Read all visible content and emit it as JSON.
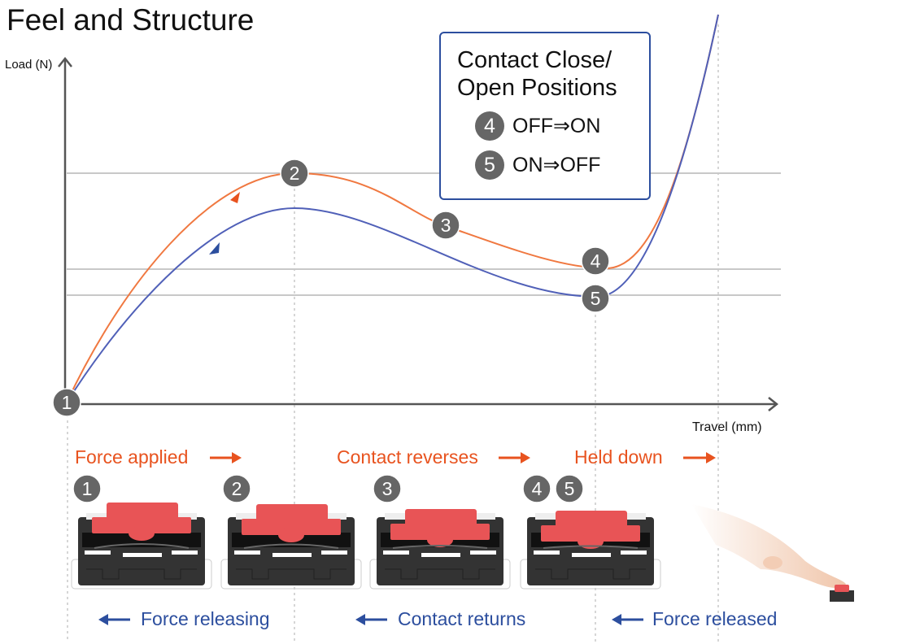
{
  "title": "Feel and Structure",
  "axes": {
    "y_label": "Load (N)",
    "x_label": "Travel (mm)"
  },
  "legend": {
    "title_line1": "Contact Close/",
    "title_line2": "Open Positions",
    "items": [
      {
        "badge": "4",
        "label": "OFF⇒ON"
      },
      {
        "badge": "5",
        "label": "ON⇒OFF"
      }
    ]
  },
  "points": [
    "1",
    "2",
    "3",
    "4",
    "5"
  ],
  "pressing_labels": [
    "Force applied",
    "Contact reverses",
    "Held down"
  ],
  "releasing_labels": [
    "Force releasing",
    "Contact returns",
    "Force released"
  ],
  "switch_badges": [
    "1",
    "2",
    "3",
    "4",
    "5"
  ],
  "colors": {
    "press": "#e8531f",
    "release": "#2c4e9e",
    "badge": "#666666",
    "cap": "#e85456",
    "body": "#333333"
  }
}
